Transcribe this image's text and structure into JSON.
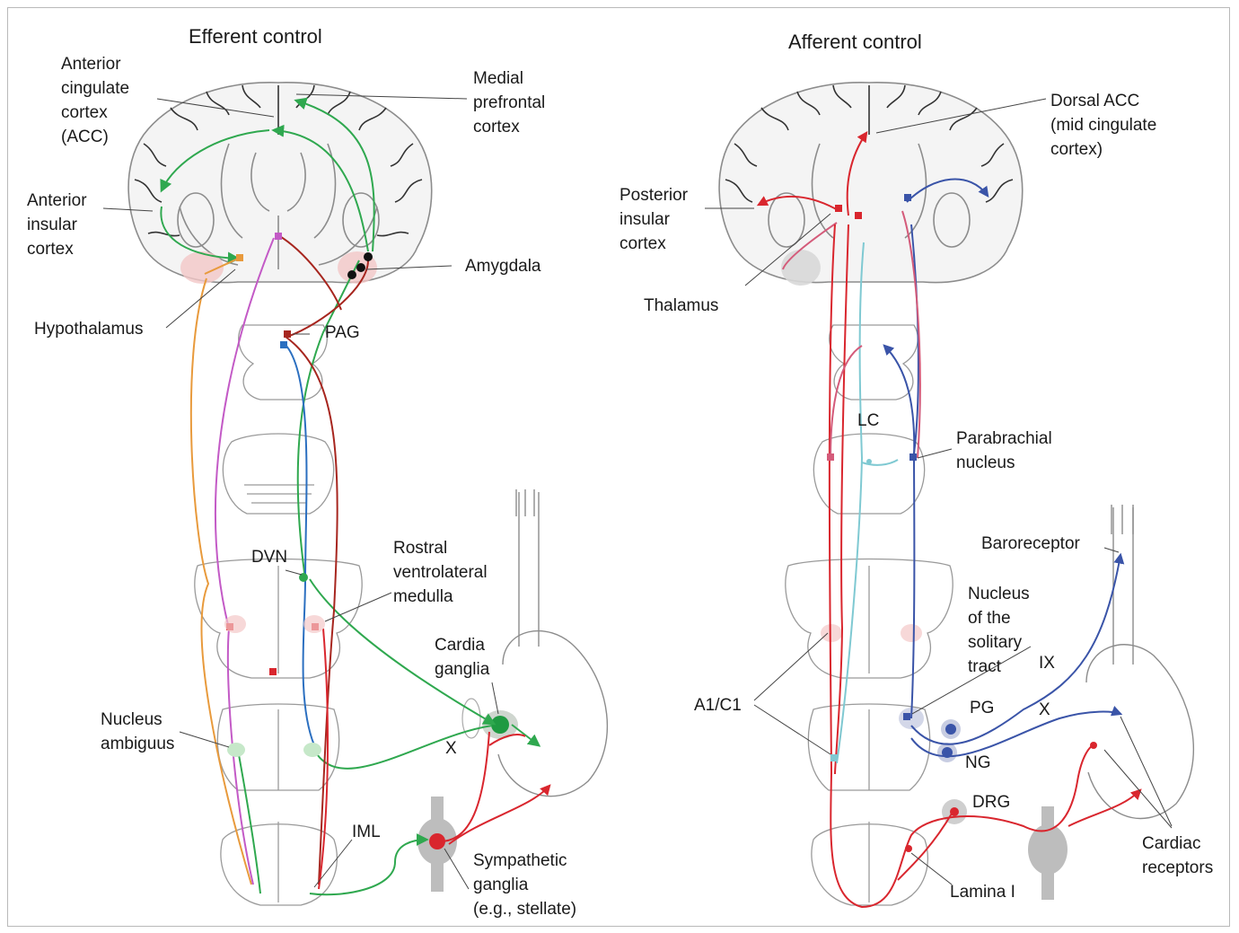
{
  "titles": {
    "efferent": "Efferent control",
    "afferent": "Afferent control"
  },
  "labels": {
    "acc": "Anterior\ncingulate\ncortex\n(ACC)",
    "mpfc": "Medial\nprefrontal\ncortex",
    "anterior_insular": "Anterior\ninsular\ncortex",
    "amygdala": "Amygdala",
    "hypothalamus": "Hypothalamus",
    "pag": "PAG",
    "dvn": "DVN",
    "rvlm": "Rostral\nventrolateral\nmedulla",
    "cardia_ganglia": "Cardia\nganglia",
    "nucleus_ambiguus": "Nucleus\nambiguus",
    "x_left": "X",
    "iml": "IML",
    "sympathetic_ganglia": "Sympathetic\nganglia\n(e.g., stellate)",
    "dorsal_acc": "Dorsal ACC\n(mid cingulate\ncortex)",
    "posterior_insular": "Posterior\ninsular\ncortex",
    "thalamus": "Thalamus",
    "lc": "LC",
    "parabrachial": "Parabrachial\nnucleus",
    "baroreceptor": "Baroreceptor",
    "nts": "Nucleus\nof the\nsolitary\ntract",
    "ix": "IX",
    "x_right": "X",
    "a1c1": "A1/C1",
    "pg": "PG",
    "ng": "NG",
    "drg": "DRG",
    "cardiac_receptors": "Cardiac\nreceptors",
    "lamina_i": "Lamina I"
  },
  "colors": {
    "green_pathway": "#2fa84f",
    "red_pathway": "#d9262e",
    "blue_pathway": "#3a54a8",
    "magenta_pathway": "#c35ac6",
    "orange_pathway": "#e89a3c",
    "cyan_pathway": "#7fc9d2",
    "darkred_pathway": "#a7261f",
    "outline": "#8c8c8c",
    "ganglion_gray": "#bdbdbd"
  }
}
